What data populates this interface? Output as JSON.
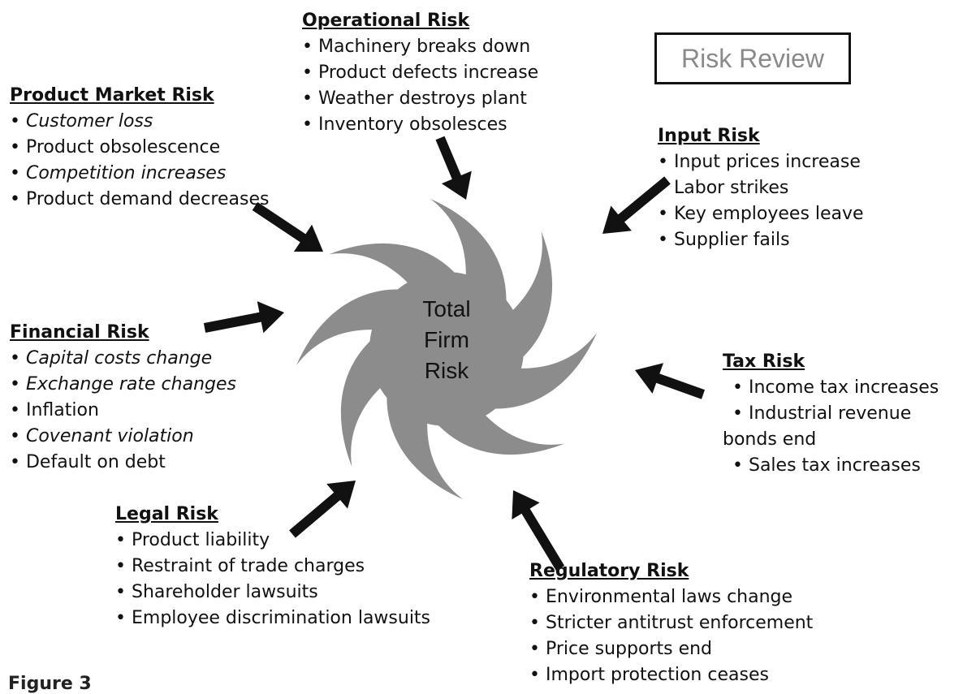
{
  "title": "Risk Review",
  "center": {
    "line1": "Total",
    "line2": "Firm",
    "line3": "Risk"
  },
  "footer": "Figure 3",
  "categories": {
    "operational": {
      "header": "Operational Risk",
      "items": [
        "Machinery breaks down",
        "Product defects increase",
        "Weather destroys plant",
        "Inventory obsolesces"
      ]
    },
    "product_market": {
      "header": "Product Market Risk",
      "items": [
        "Customer loss",
        "Product obsolescence",
        "Competition increases",
        "Product demand decreases"
      ]
    },
    "input": {
      "header": "Input Risk",
      "items": [
        "Input prices increase",
        "Labor strikes",
        "Key employees leave",
        "Supplier fails"
      ]
    },
    "financial": {
      "header": "Financial Risk",
      "items": [
        "Capital costs change",
        "Exchange rate changes",
        "Inflation",
        "Covenant violation",
        "Default on debt"
      ]
    },
    "tax": {
      "header": "Tax Risk",
      "items": [
        "Income tax increases",
        "Industrial revenue",
        "bonds end",
        "Sales tax increases"
      ]
    },
    "legal": {
      "header": "Legal Risk",
      "items": [
        "Product liability",
        "Restraint of trade charges",
        "Shareholder lawsuits",
        "Employee discrimination lawsuits"
      ]
    },
    "regulatory": {
      "header": "Regulatory Risk",
      "items": [
        "Environmental laws change",
        "Stricter antitrust enforcement",
        "Price supports end",
        "Import protection ceases"
      ]
    }
  },
  "colors": {
    "swirl": "#8c8c8c",
    "arrow": "#111111",
    "title_text": "#8a8a8a"
  }
}
